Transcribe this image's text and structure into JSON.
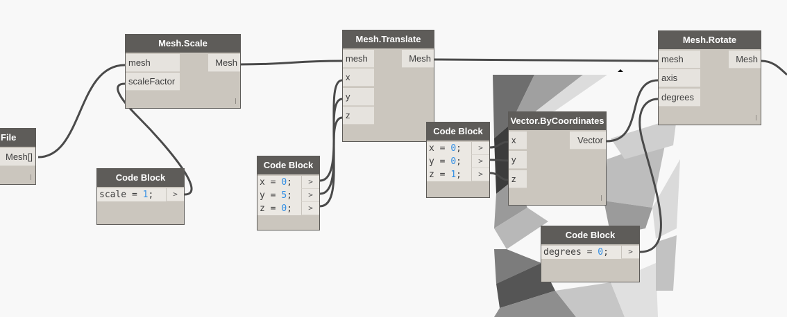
{
  "app": "Dynamo graph canvas",
  "colors": {
    "canvas_background": "#f8f8f8",
    "node_header": "#5e5c59",
    "node_body": "#cbc6be",
    "port_background": "#e6e3de",
    "wire": "#4a4a4a",
    "number_literal": "#2f8de4"
  },
  "nodes": {
    "file": {
      "title": "File",
      "outputs": [
        "Mesh[]"
      ]
    },
    "mesh_scale": {
      "title": "Mesh.Scale",
      "inputs": [
        "mesh",
        "scaleFactor"
      ],
      "outputs": [
        "Mesh"
      ]
    },
    "code_scale": {
      "title": "Code Block",
      "lines": [
        {
          "var": "scale",
          "value": "1"
        }
      ],
      "output_glyph": ">"
    },
    "mesh_translate": {
      "title": "Mesh.Translate",
      "inputs": [
        "mesh",
        "x",
        "y",
        "z"
      ],
      "outputs": [
        "Mesh"
      ]
    },
    "code_translate": {
      "title": "Code Block",
      "lines": [
        {
          "var": "x",
          "value": "0"
        },
        {
          "var": "y",
          "value": "5"
        },
        {
          "var": "z",
          "value": "0"
        }
      ],
      "output_glyph": ">"
    },
    "code_axis": {
      "title": "Code Block",
      "lines": [
        {
          "var": "x",
          "value": "0"
        },
        {
          "var": "y",
          "value": "0"
        },
        {
          "var": "z",
          "value": "1"
        }
      ],
      "output_glyph": ">"
    },
    "vector_by_coords": {
      "title": "Vector.ByCoordinates",
      "inputs": [
        "x",
        "y",
        "z"
      ],
      "outputs": [
        "Vector"
      ]
    },
    "mesh_rotate": {
      "title": "Mesh.Rotate",
      "inputs": [
        "mesh",
        "axis",
        "degrees"
      ],
      "outputs": [
        "Mesh"
      ]
    },
    "code_degrees": {
      "title": "Code Block",
      "lines": [
        {
          "var": "degrees",
          "value": "0"
        }
      ],
      "output_glyph": ">"
    }
  },
  "connections": [
    {
      "from": "file.Mesh[]",
      "to": "mesh_scale.mesh"
    },
    {
      "from": "code_scale.scale",
      "to": "mesh_scale.scaleFactor"
    },
    {
      "from": "mesh_scale.Mesh",
      "to": "mesh_translate.mesh"
    },
    {
      "from": "code_translate.x",
      "to": "mesh_translate.x"
    },
    {
      "from": "code_translate.y",
      "to": "mesh_translate.y"
    },
    {
      "from": "code_translate.z",
      "to": "mesh_translate.z"
    },
    {
      "from": "mesh_translate.Mesh",
      "to": "mesh_rotate.mesh"
    },
    {
      "from": "code_axis.x",
      "to": "vector_by_coords.x"
    },
    {
      "from": "code_axis.y",
      "to": "vector_by_coords.y"
    },
    {
      "from": "code_axis.z",
      "to": "vector_by_coords.z"
    },
    {
      "from": "vector_by_coords.Vector",
      "to": "mesh_rotate.axis"
    },
    {
      "from": "code_degrees.degrees",
      "to": "mesh_rotate.degrees"
    },
    {
      "from": "mesh_rotate.Mesh",
      "to": "offscreen"
    }
  ]
}
